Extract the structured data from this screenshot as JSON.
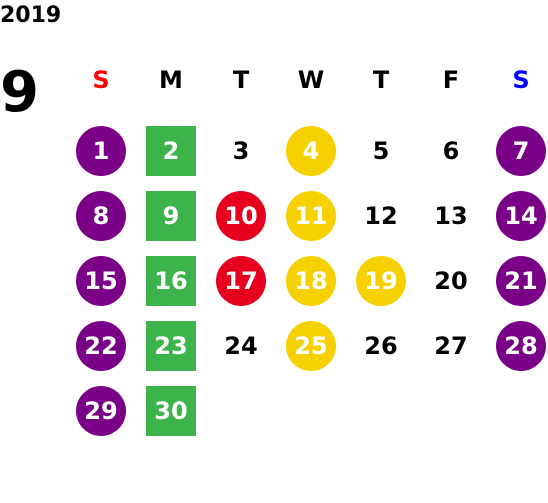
{
  "year": "2019",
  "month": "9",
  "weekdays": [
    {
      "label": "S",
      "color": "#ff0000"
    },
    {
      "label": "M",
      "color": "#000000"
    },
    {
      "label": "T",
      "color": "#000000"
    },
    {
      "label": "W",
      "color": "#000000"
    },
    {
      "label": "T",
      "color": "#000000"
    },
    {
      "label": "F",
      "color": "#000000"
    },
    {
      "label": "S",
      "color": "#0000ff"
    }
  ],
  "colors": {
    "purple": "#7a0088",
    "green": "#3cb44b",
    "red": "#e6001e",
    "yellow": "#f7d000"
  },
  "days": [
    {
      "day": "1",
      "style": "purple"
    },
    {
      "day": "2",
      "style": "green"
    },
    {
      "day": "3",
      "style": "plain"
    },
    {
      "day": "4",
      "style": "yellow"
    },
    {
      "day": "5",
      "style": "plain"
    },
    {
      "day": "6",
      "style": "plain"
    },
    {
      "day": "7",
      "style": "purple"
    },
    {
      "day": "8",
      "style": "purple"
    },
    {
      "day": "9",
      "style": "green"
    },
    {
      "day": "10",
      "style": "red"
    },
    {
      "day": "11",
      "style": "yellow"
    },
    {
      "day": "12",
      "style": "plain"
    },
    {
      "day": "13",
      "style": "plain"
    },
    {
      "day": "14",
      "style": "purple"
    },
    {
      "day": "15",
      "style": "purple"
    },
    {
      "day": "16",
      "style": "green"
    },
    {
      "day": "17",
      "style": "red"
    },
    {
      "day": "18",
      "style": "yellow"
    },
    {
      "day": "19",
      "style": "yellow"
    },
    {
      "day": "20",
      "style": "plain"
    },
    {
      "day": "21",
      "style": "purple"
    },
    {
      "day": "22",
      "style": "purple"
    },
    {
      "day": "23",
      "style": "green"
    },
    {
      "day": "24",
      "style": "plain"
    },
    {
      "day": "25",
      "style": "yellow"
    },
    {
      "day": "26",
      "style": "plain"
    },
    {
      "day": "27",
      "style": "plain"
    },
    {
      "day": "28",
      "style": "purple"
    },
    {
      "day": "29",
      "style": "purple"
    },
    {
      "day": "30",
      "style": "green"
    }
  ]
}
